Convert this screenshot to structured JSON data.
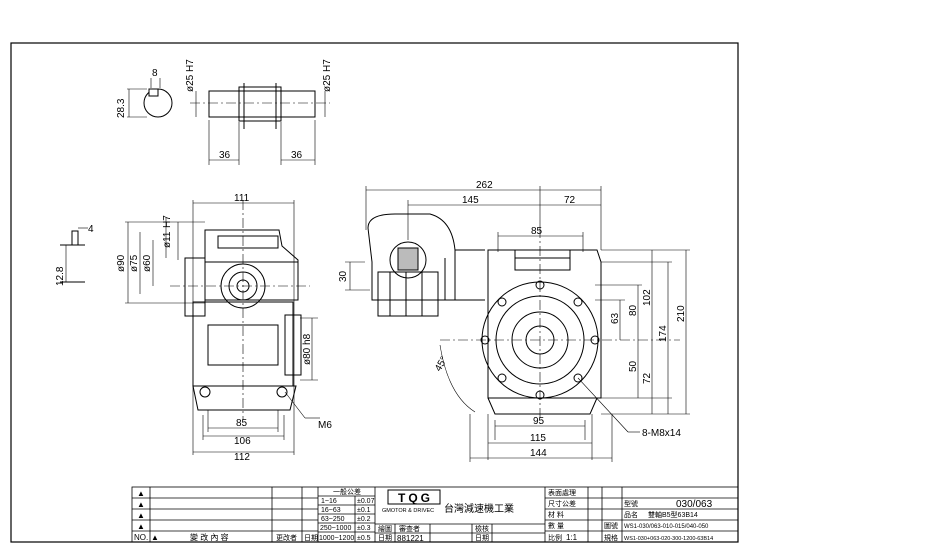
{
  "dims": {
    "shaft_dia_left": "ø25 H7",
    "shaft_dia_right": "ø25 H7",
    "key_width": "8",
    "key_height": "28.3",
    "shaft_len_left": "36",
    "shaft_len_right": "36",
    "side_width_top": "111",
    "bore_h7": "H7",
    "bore_11": "ø11",
    "dia_90": "ø90",
    "dia_75": "ø75",
    "dia_60": "ø60",
    "pilot_80": "ø80 h8",
    "side_85": "85",
    "side_106": "106",
    "side_112": "112",
    "m6": "M6",
    "key_small_w": "4",
    "key_small_h": "12.8",
    "overall_262": "262",
    "len_145": "145",
    "len_72": "72",
    "front_85": "85",
    "offset_30": "30",
    "front_95": "95",
    "front_115": "115",
    "front_144": "144",
    "bolt_label": "8-M8x14",
    "angle_45": "45°",
    "h_63": "63",
    "h_80": "80",
    "h_102": "102",
    "h_174": "174",
    "h_210": "210",
    "h_50": "50",
    "h_72": "72"
  },
  "title_block": {
    "rev_symbols": [
      "▲",
      "▲",
      "▲",
      "▲",
      "▲"
    ],
    "col_no": "NO.",
    "col_change": "變   改   內   容",
    "col_date": "更改者",
    "col_date2": "日期",
    "tol_header": "一般公差",
    "tol_rows": [
      {
        "range": "1~16",
        "tol": "±0.07"
      },
      {
        "range": "16~63",
        "tol": "±0.1"
      },
      {
        "range": "63~250",
        "tol": "±0.2"
      },
      {
        "range": "250~1000",
        "tol": "±0.3"
      },
      {
        "range": "1000~1200",
        "tol": "±0.5"
      }
    ],
    "logo": "TQG",
    "brand_small": "GMOTOR & DRIVEC",
    "company": "台灣減速機工業",
    "draw_label": "繪圖",
    "approve_label": "審查者",
    "date_label": "日期",
    "date_value": "881221",
    "check_label": "檢核",
    "date_label2": "日期",
    "surface_label": "表面處理",
    "cert_label": "尺寸公差",
    "material_label": "材    料",
    "qty_label": "數    量",
    "scale_label": "比例",
    "scale_value": "1:1",
    "model_label": "型號",
    "model_value": "030/063",
    "name_label": "品名",
    "name_value": "雙軸B5型63B14",
    "part_label": "圖號",
    "part_value": "WS1-030/063-010-015/040-050",
    "ref_label": "規格",
    "ref_value": "WS1-030+063-020-300-1200-63B14"
  }
}
